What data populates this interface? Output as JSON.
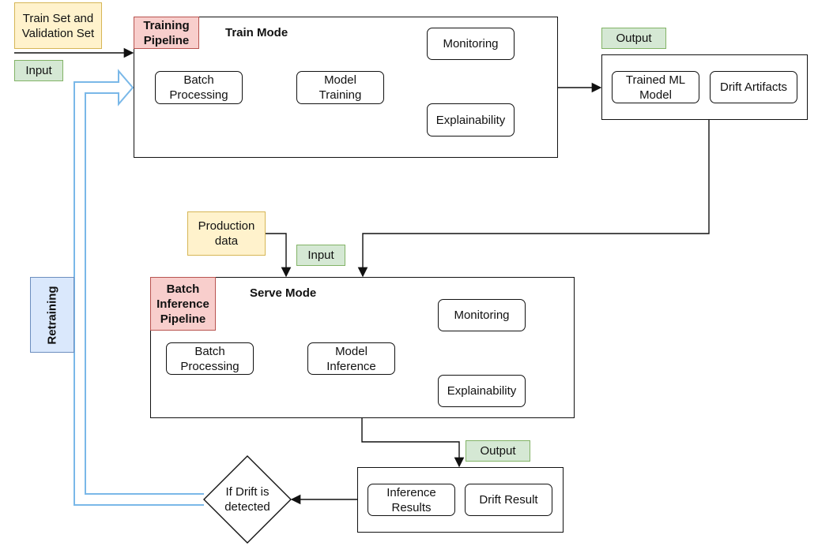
{
  "diagram": {
    "train_inputs": "Train Set and Validation Set",
    "input_label_train": "Input",
    "training_pipeline": "Training Pipeline",
    "train_mode": "Train Mode",
    "train_batch_processing": "Batch Processing",
    "model_training": "Model Training",
    "train_monitoring": "Monitoring",
    "train_explainability": "Explainability",
    "output_label_train": "Output",
    "trained_ml_model": "Trained ML Model",
    "drift_artifacts": "Drift Artifacts",
    "production_data": "Production data",
    "input_label_serve": "Input",
    "batch_inference_pipeline": "Batch Inference Pipeline",
    "serve_mode": "Serve Mode",
    "serve_batch_processing": "Batch Processing",
    "model_inference": "Model Inference",
    "serve_monitoring": "Monitoring",
    "serve_explainability": "Explainability",
    "output_label_serve": "Output",
    "inference_results": "Inference Results",
    "drift_result": "Drift Result",
    "drift_decision": "If Drift is detected",
    "retraining": "Retraining"
  },
  "colors": {
    "yellow_fill": "#fff2cc",
    "green_fill": "#d5e8d4",
    "red_fill": "#f8cecc",
    "blue_fill": "#dae8fc",
    "retraining_arrow": "#7ab8e8"
  }
}
